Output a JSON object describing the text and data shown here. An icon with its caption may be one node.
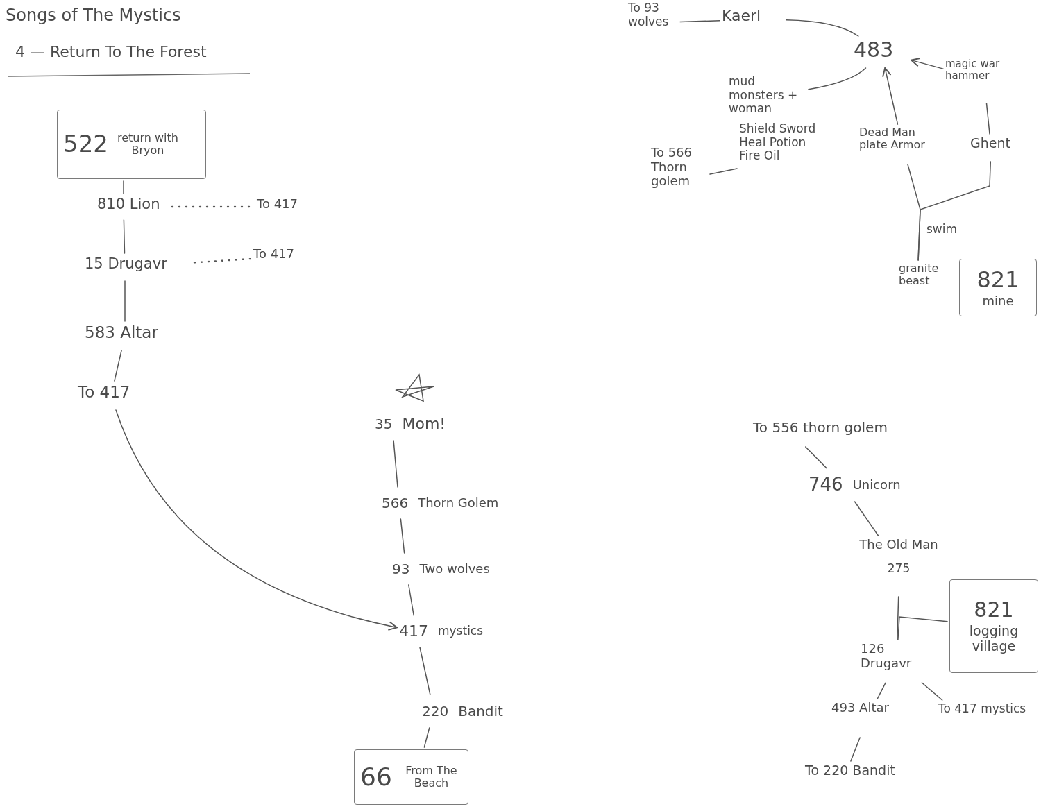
{
  "diagram": {
    "title": "Songs of The Mystics",
    "nodes": [
      {
        "text": [
          "522",
          "return with Bryon"
        ]
      },
      {
        "text": [
          "810 Lion"
        ]
      },
      {
        "text": [
          "To 417"
        ]
      },
      {
        "text": [
          "15 Drugavr"
        ]
      },
      {
        "text": [
          "To 417"
        ]
      },
      {
        "text": [
          "583 Altar"
        ]
      },
      {
        "text": [
          "To 417"
        ]
      },
      {
        "text": [
          "35",
          "Mom!"
        ]
      },
      {
        "text": [
          "566",
          "Thorn Golem"
        ]
      },
      {
        "text": [
          "93",
          "Two wolves"
        ]
      },
      {
        "text": [
          "417",
          "mystics"
        ]
      },
      {
        "text": [
          "220",
          "Bandit"
        ]
      },
      {
        "text": [
          "66",
          "From The Beach"
        ]
      },
      {
        "text": [
          "To 93 wolves"
        ]
      },
      {
        "text": [
          "Kaerl"
        ]
      },
      {
        "text": [
          "483"
        ]
      },
      {
        "text": [
          "mud monsters + woman"
        ]
      },
      {
        "text": [
          "Shield Sword Heal Potion Fire Oil"
        ]
      },
      {
        "text": [
          "To 566 Thorn golem"
        ]
      },
      {
        "text": [
          "magic war hammer"
        ]
      },
      {
        "text": [
          "Dead Man plate Armor"
        ]
      },
      {
        "text": [
          "Ghent"
        ]
      },
      {
        "text": [
          "granite beast"
        ]
      },
      {
        "text": [
          "821",
          "mine"
        ]
      },
      {
        "text": [
          "To 556 thorn golem"
        ]
      },
      {
        "text": [
          "746",
          "Unicorn"
        ]
      },
      {
        "text": [
          "The Old Man",
          "275"
        ]
      },
      {
        "text": [
          "821",
          "logging village"
        ]
      },
      {
        "text": [
          "126 Drugavr"
        ]
      },
      {
        "text": [
          "493 Altar"
        ]
      },
      {
        "text": [
          "To 417 mystics"
        ]
      },
      {
        "text": [
          "To 220 Bandit"
        ]
      }
    ],
    "edges": [
      {
        "from": 0,
        "to": 1,
        "arrow": "none"
      },
      {
        "from": 1,
        "to": 2,
        "arrow": "none",
        "style": "dashed"
      },
      {
        "from": 1,
        "to": 3,
        "arrow": "none"
      },
      {
        "from": 3,
        "to": 4,
        "arrow": "none",
        "style": "dashed"
      },
      {
        "from": 3,
        "to": 5,
        "arrow": "none"
      },
      {
        "from": 5,
        "to": 6,
        "arrow": "none"
      },
      {
        "from": 6,
        "to": 10,
        "arrow": "to"
      },
      {
        "from": 7,
        "to": 8,
        "arrow": "none"
      },
      {
        "from": 8,
        "to": 9,
        "arrow": "none"
      },
      {
        "from": 9,
        "to": 10,
        "arrow": "none"
      },
      {
        "from": 10,
        "to": 11,
        "arrow": "none"
      },
      {
        "from": 11,
        "to": 12,
        "arrow": "none"
      },
      {
        "from": 13,
        "to": 14,
        "arrow": "none"
      },
      {
        "from": 14,
        "to": 15,
        "arrow": "none"
      },
      {
        "from": 16,
        "to": 15,
        "arrow": "none"
      },
      {
        "from": 19,
        "to": 15,
        "arrow": "to"
      },
      {
        "from": 20,
        "to": 15,
        "arrow": "to"
      },
      {
        "from": 19,
        "to": 21,
        "arrow": "none"
      },
      {
        "from": 20,
        "to": 22,
        "arrow": "none",
        "label": "swim"
      },
      {
        "from": 21,
        "to": 22,
        "arrow": "none"
      },
      {
        "from": 17,
        "to": 18,
        "arrow": "none"
      },
      {
        "from": 24,
        "to": 25,
        "arrow": "none"
      },
      {
        "from": 25,
        "to": 26,
        "arrow": "none"
      },
      {
        "from": 26,
        "to": 28,
        "arrow": "none"
      },
      {
        "from": 27,
        "to": 28,
        "arrow": "none"
      },
      {
        "from": 28,
        "to": 29,
        "arrow": "none"
      },
      {
        "from": 28,
        "to": 30,
        "arrow": "none"
      },
      {
        "from": 29,
        "to": 31,
        "arrow": "none"
      }
    ],
    "labels": [
      "4 — Return To The Forest"
    ]
  }
}
